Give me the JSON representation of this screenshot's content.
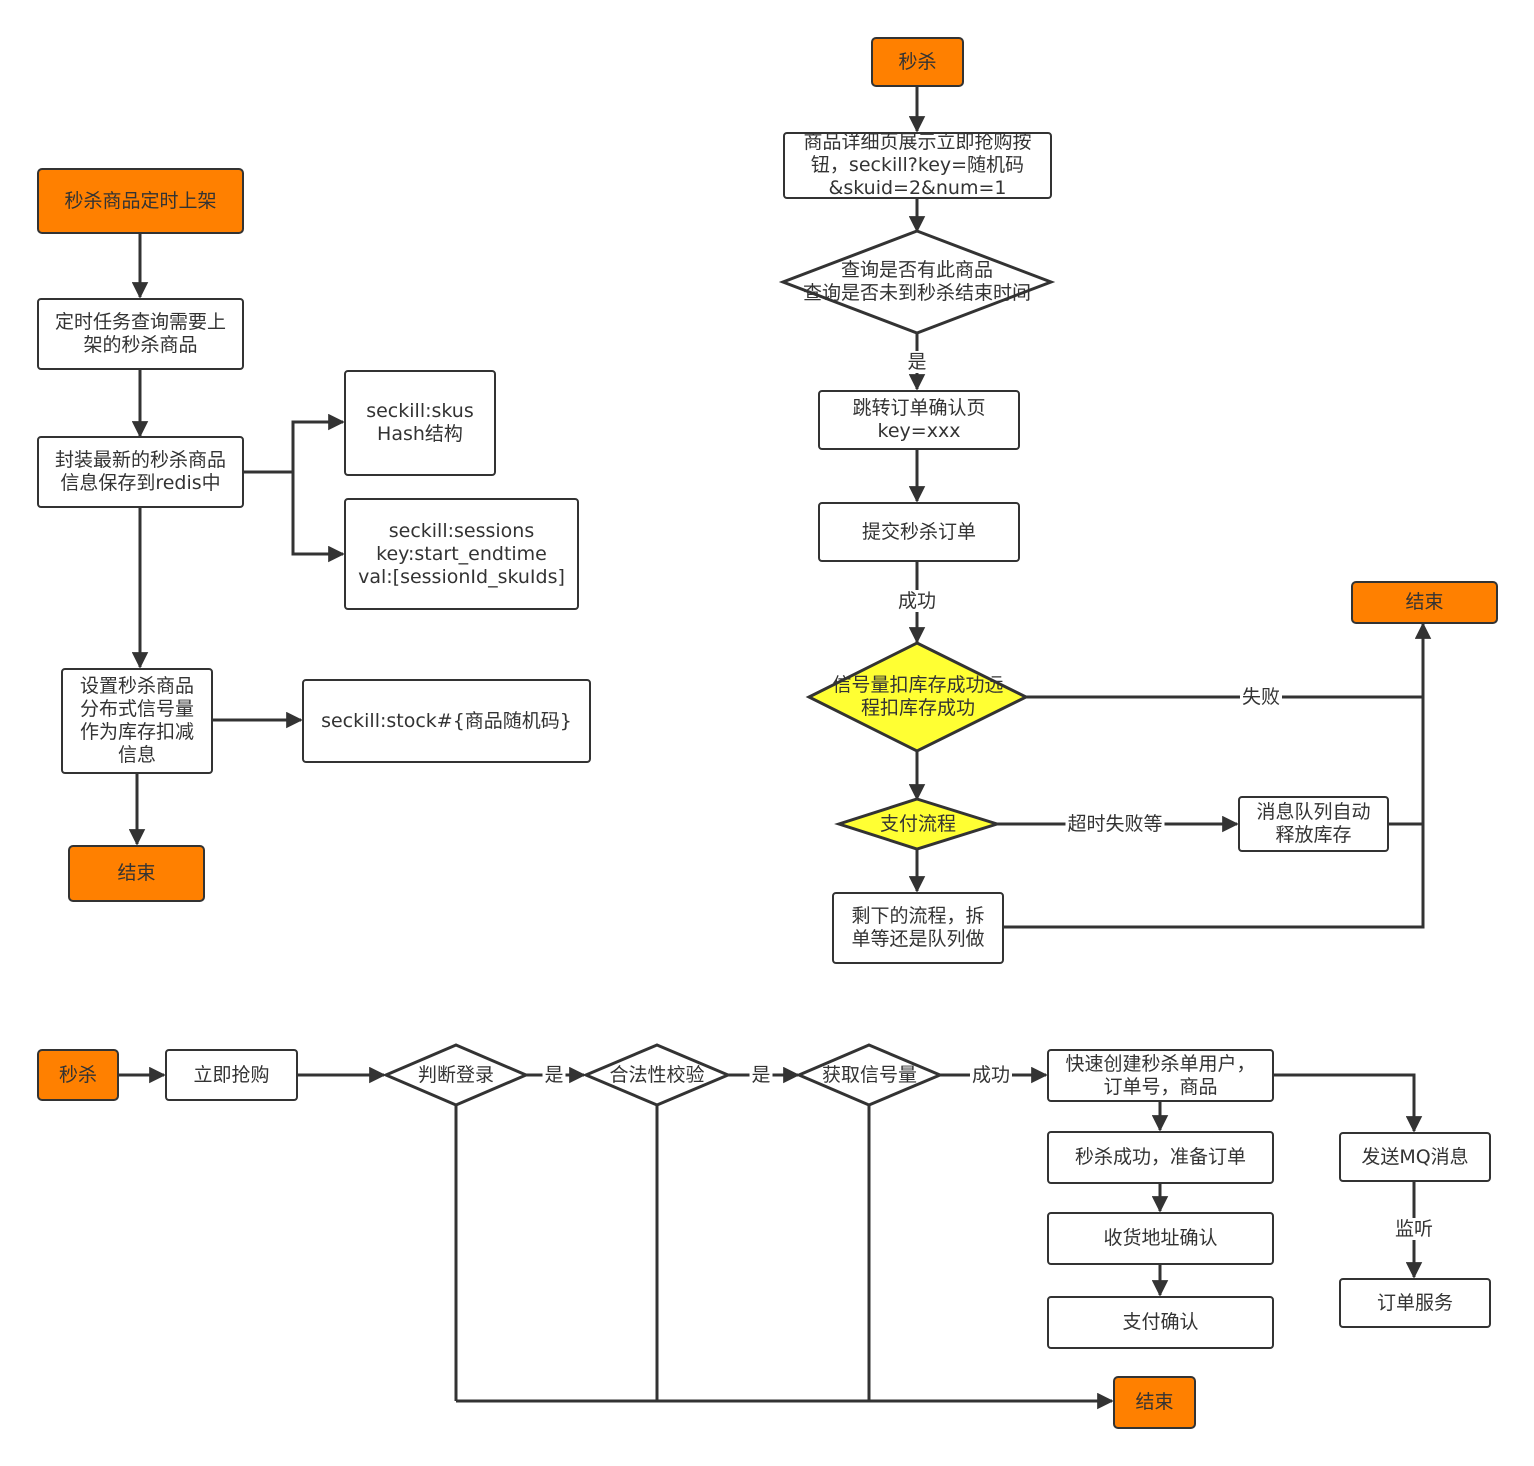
{
  "left_flow": {
    "start": "秒杀商品定时上架",
    "step1": "定时任务查询需要上\n架的秒杀商品",
    "step2": "封装最新的秒杀商品\n信息保存到redis中",
    "skus": "seckill:skus\nHash结构",
    "sessions": "seckill:sessions\nkey:start_endtime\nval:[sessionId_skuIds]",
    "step3": "设置秒杀商品\n分布式信号量\n作为库存扣减\n信息",
    "stock": "seckill:stock#{商品随机码}",
    "end": "结束"
  },
  "right_flow": {
    "start": "秒杀",
    "detail": "商品详细页展示立即抢购按\n钮，seckill?key=随机码\n&skuid=2&num=1",
    "check": "查询是否有此商品\n查询是否未到秒杀结束时间",
    "yes_label": "是",
    "confirm_page": "跳转订单确认页\nkey=xxx",
    "submit": "提交秒杀订单",
    "success_label": "成功",
    "semaphore": "信号量扣库存成功远\n程扣库存成功",
    "fail_label": "失败",
    "end": "结束",
    "pay": "支付流程",
    "timeout_label": "超时失败等",
    "mq_release": "消息队列自动\n释放库存",
    "rest": "剩下的流程，拆\n单等还是队列做"
  },
  "bottom_flow": {
    "start": "秒杀",
    "buy_now": "立即抢购",
    "login": "判断登录",
    "yes1": "是",
    "valid": "合法性校验",
    "yes2": "是",
    "acquire": "获取信号量",
    "success": "成功",
    "create": "快速创建秒杀单用户，\n订单号，商品",
    "ready": "秒杀成功，准备订单",
    "address": "收货地址确认",
    "pay_confirm": "支付确认",
    "send_mq": "发送MQ消息",
    "listen": "监听",
    "order_service": "订单服务",
    "end": "结束"
  },
  "colors": {
    "terminal": "#ff8000",
    "highlight": "#ffff33",
    "stroke": "#333333"
  }
}
